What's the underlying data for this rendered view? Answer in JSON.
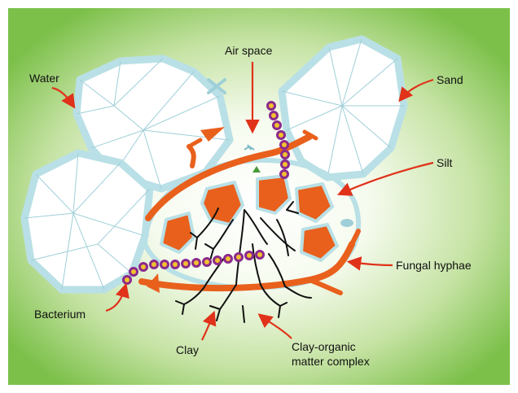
{
  "labels": {
    "water": "Water",
    "air_space": "Air space",
    "sand": "Sand",
    "silt": "Silt",
    "fungal_hyphae": "Fungal hyphae",
    "bacterium": "Bacterium",
    "clay": "Clay",
    "clay_organic_line1": "Clay-organic",
    "clay_organic_line2": "matter complex"
  },
  "colors": {
    "background_center": "#ffffff",
    "background_edge": "#7cc04a",
    "water_film": "#b9e0e6",
    "sand_fill": "#ffffff",
    "silt_fill": "#e8601c",
    "hyphae": "#e8601c",
    "bacteria_fill": "#f2c12e",
    "bacteria_ring": "#8b2a8c",
    "clay": "#111111",
    "arrow": "#e0321a"
  }
}
